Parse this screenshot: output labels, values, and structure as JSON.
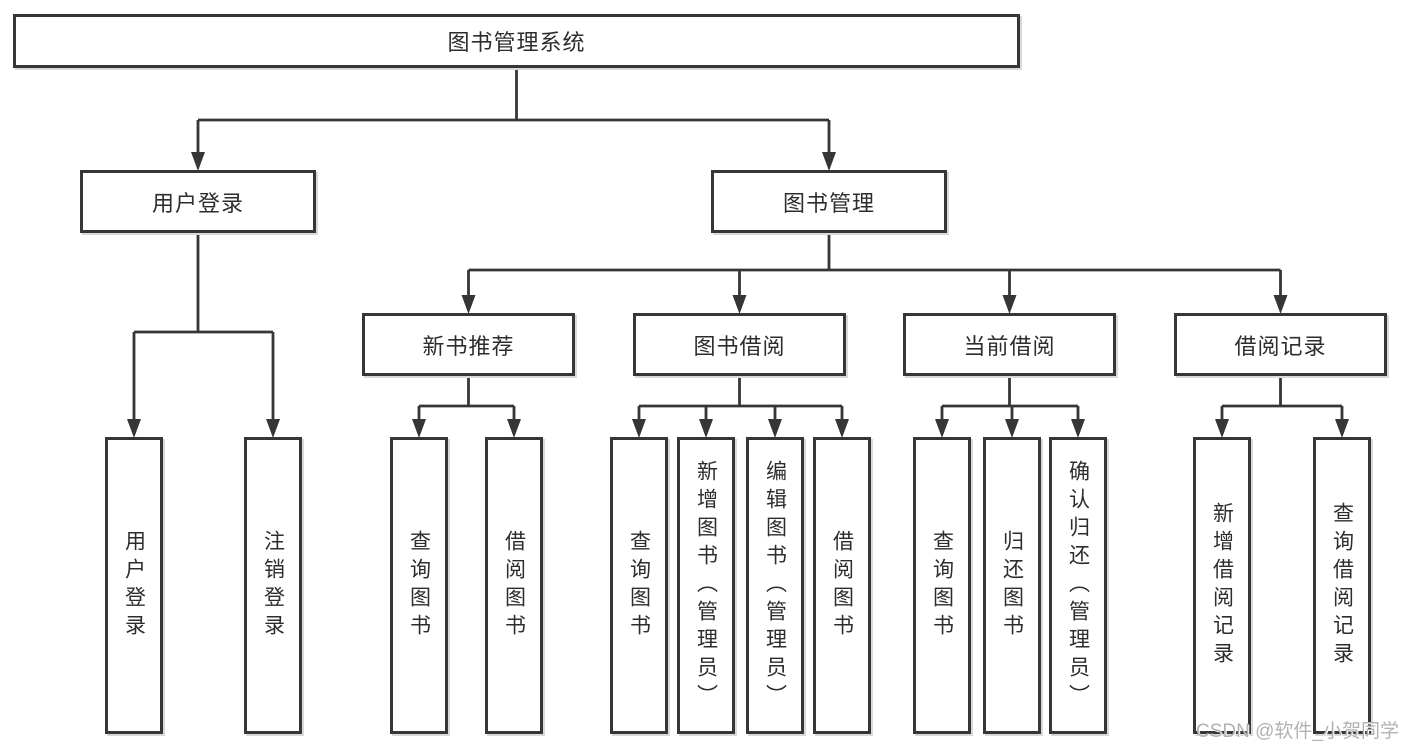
{
  "tree": {
    "label": "图书管理系统",
    "children": [
      {
        "label": "用户登录",
        "children": [
          {
            "label": "用户登录"
          },
          {
            "label": "注销登录"
          }
        ]
      },
      {
        "label": "图书管理",
        "children": [
          {
            "label": "新书推荐",
            "children": [
              {
                "label": "查询图书"
              },
              {
                "label": "借阅图书"
              }
            ]
          },
          {
            "label": "图书借阅",
            "children": [
              {
                "label": "查询图书"
              },
              {
                "label": "新增图书（管理员）"
              },
              {
                "label": "编辑图书（管理员）"
              },
              {
                "label": "借阅图书"
              }
            ]
          },
          {
            "label": "当前借阅",
            "children": [
              {
                "label": "查询图书"
              },
              {
                "label": "归还图书"
              },
              {
                "label": "确认归还（管理员）"
              }
            ]
          },
          {
            "label": "借阅记录",
            "children": [
              {
                "label": "新增借阅记录"
              },
              {
                "label": "查询借阅记录"
              }
            ]
          }
        ]
      }
    ]
  },
  "watermark": "CSDN @软件_小贺同学",
  "colors": {
    "line": "#363636",
    "text": "#2d2d2d",
    "background": "#ffffff",
    "watermark": "#b2b2b2"
  }
}
